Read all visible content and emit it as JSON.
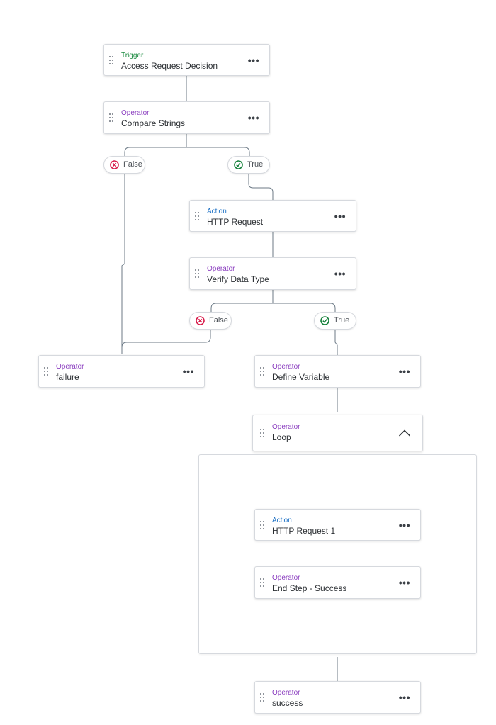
{
  "colors": {
    "trigger": "#1a8a3f",
    "operator": "#8a3dbf",
    "action": "#1a6fc4",
    "false_icon": "#d81b4a",
    "true_icon": "#14803a",
    "connector": "#6c7a86"
  },
  "icons": {
    "drag": "drag-handle-icon",
    "more": "more-icon",
    "false": "x-circle-icon",
    "true": "check-circle-icon",
    "collapse": "chevron-up-icon"
  },
  "nodes": {
    "trigger": {
      "kind": "Trigger",
      "title": "Access Request Decision",
      "more": "•••"
    },
    "compare": {
      "kind": "Operator",
      "title": "Compare Strings",
      "more": "•••"
    },
    "http": {
      "kind": "Action",
      "title": "HTTP Request",
      "more": "•••"
    },
    "verify": {
      "kind": "Operator",
      "title": "Verify Data Type",
      "more": "•••"
    },
    "failure": {
      "kind": "Operator",
      "title": "failure",
      "more": "•••"
    },
    "define": {
      "kind": "Operator",
      "title": "Define Variable",
      "more": "•••"
    },
    "loop": {
      "kind": "Operator",
      "title": "Loop"
    },
    "http1": {
      "kind": "Action",
      "title": "HTTP Request 1",
      "more": "•••"
    },
    "endstep": {
      "kind": "Operator",
      "title": "End Step - Success",
      "more": "•••"
    },
    "success": {
      "kind": "Operator",
      "title": "success",
      "more": "•••"
    }
  },
  "branches": {
    "compare_false": "False",
    "compare_true": "True",
    "verify_false": "False",
    "verify_true": "True"
  }
}
